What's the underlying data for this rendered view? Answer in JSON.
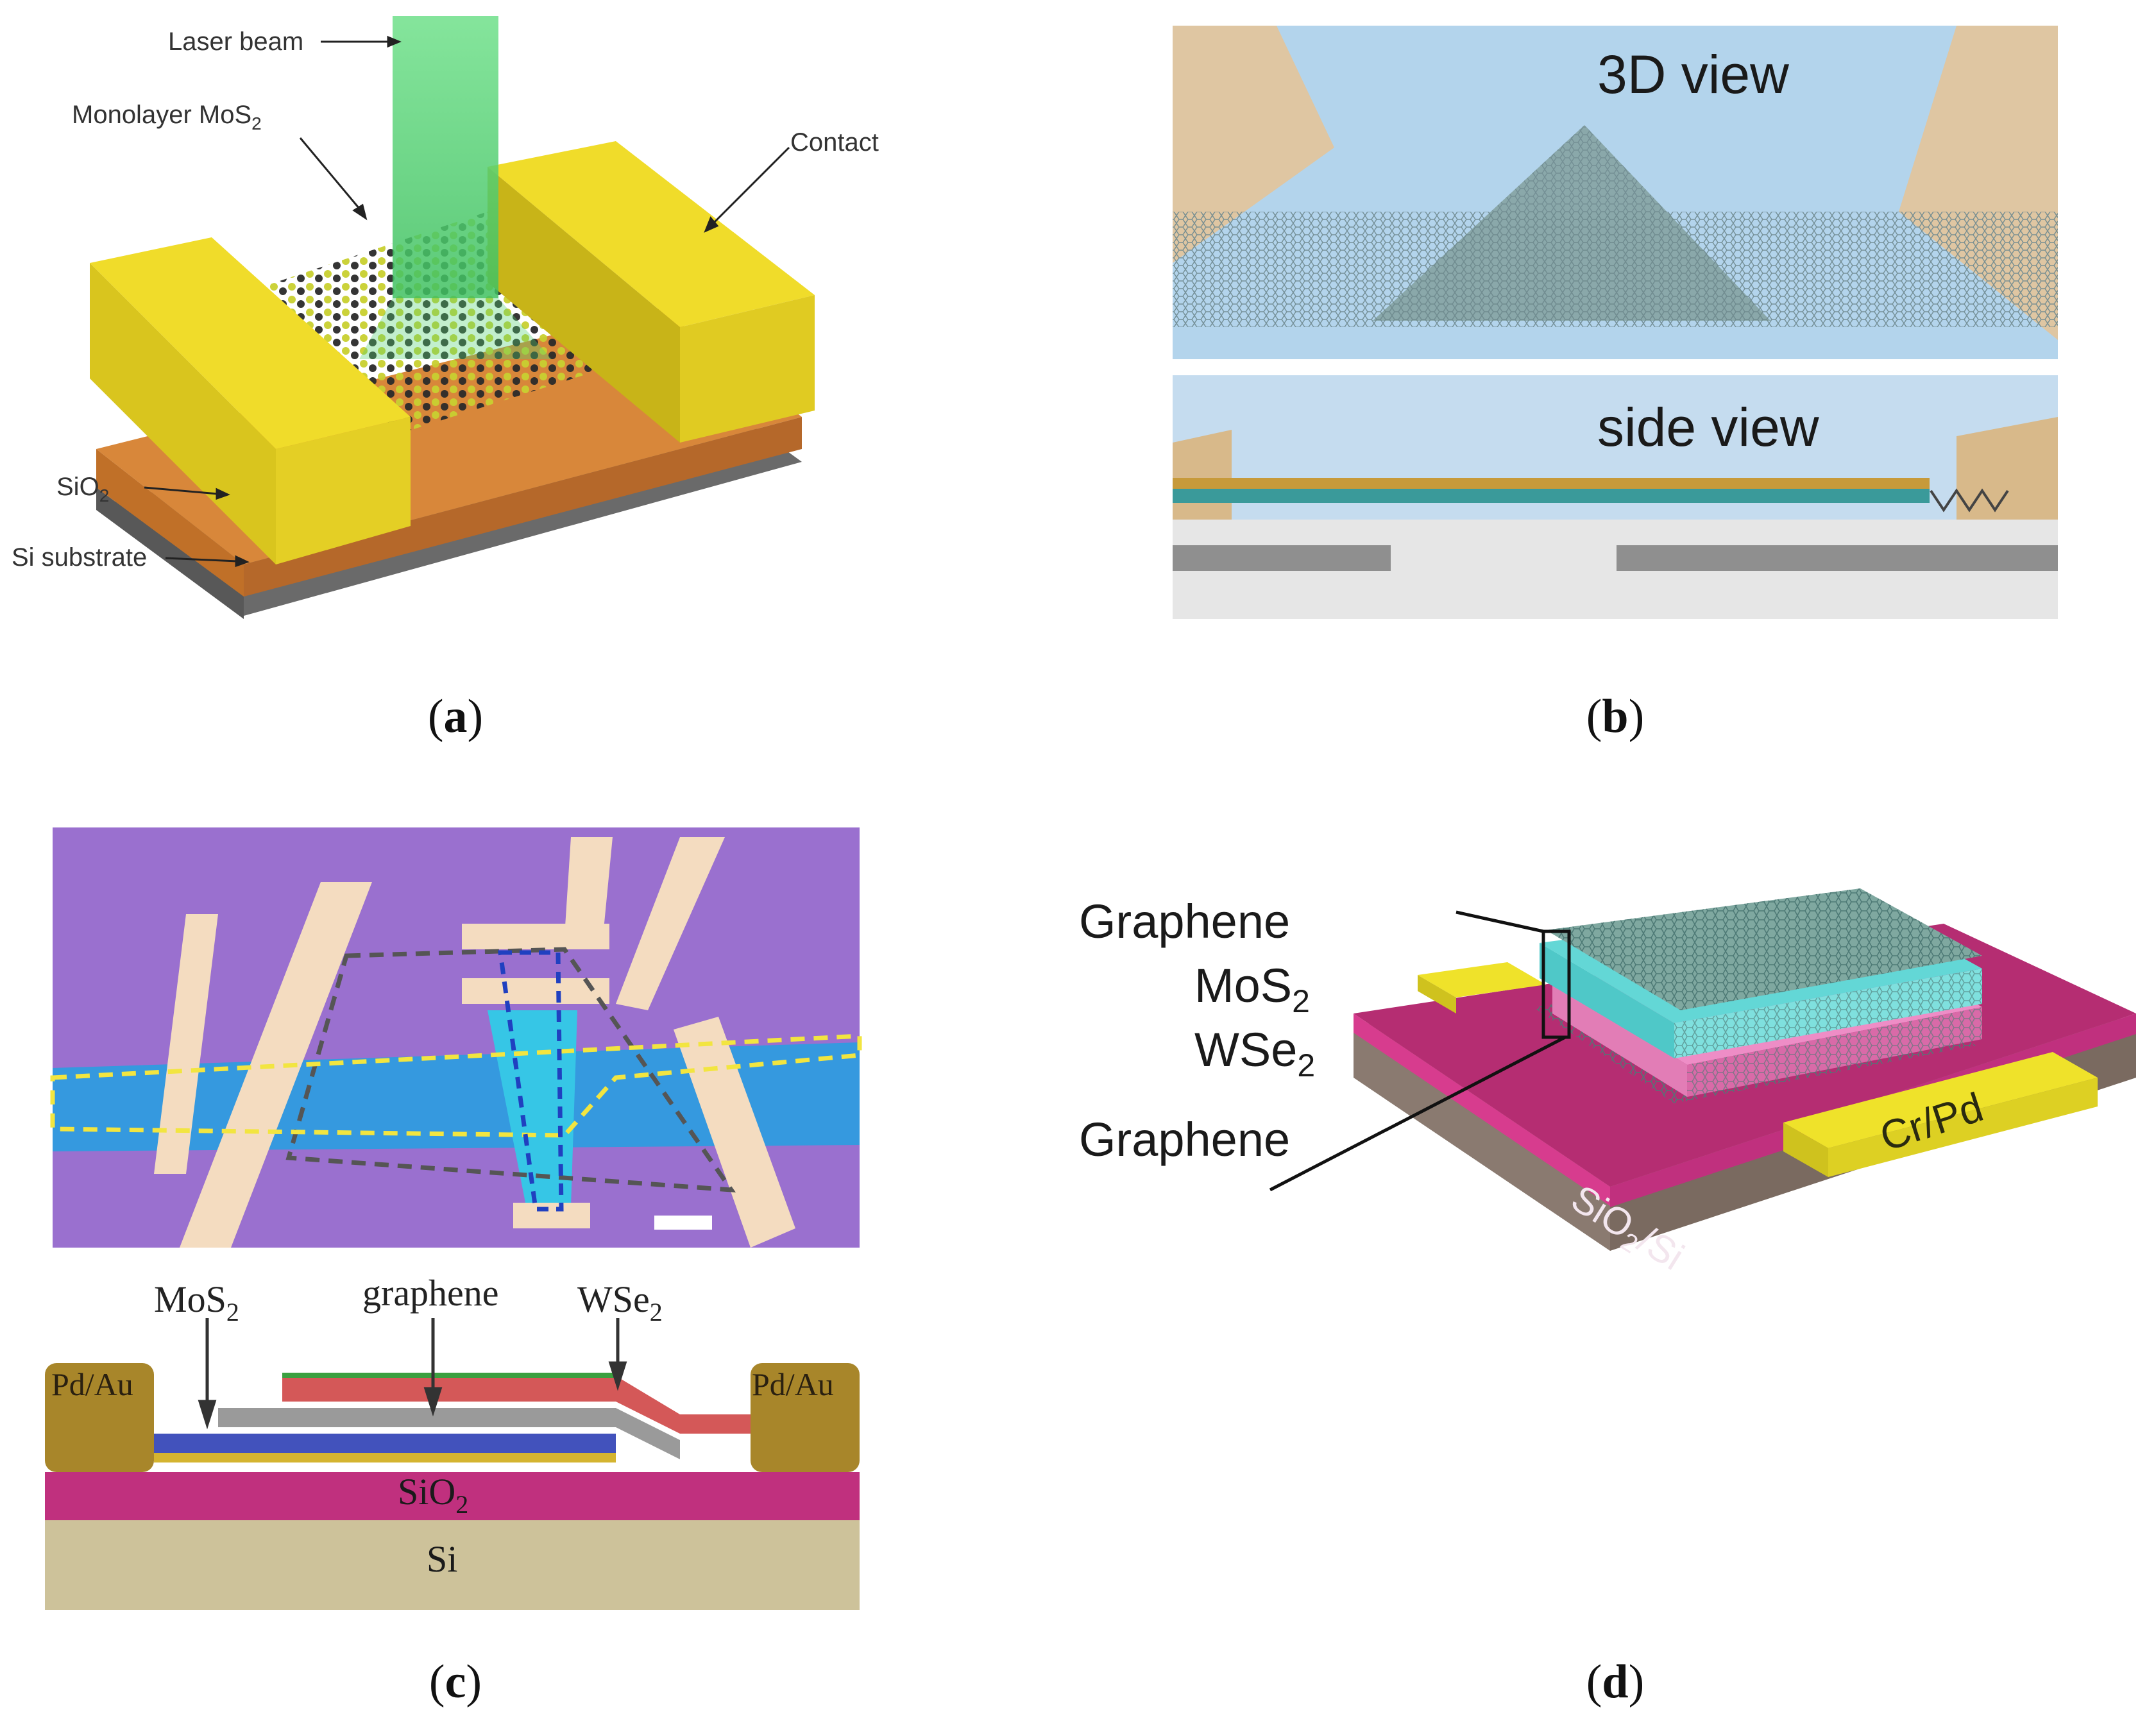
{
  "panel_a": {
    "caption_open": "(",
    "caption_letter": "a",
    "caption_close": ")",
    "labels": {
      "laser": "Laser beam",
      "monolayer_base": "Monolayer MoS",
      "monolayer_sub": "2",
      "contact": "Contact",
      "sio2_base": "SiO",
      "sio2_sub": "2",
      "si_substrate": "Si substrate"
    }
  },
  "panel_b": {
    "caption_open": "(",
    "caption_letter": "b",
    "caption_close": ")",
    "labels": {
      "view_3d": "3D view",
      "view_side": "side view"
    }
  },
  "panel_c": {
    "caption_open": "(",
    "caption_letter": "c",
    "caption_close": ")",
    "labels": {
      "mos2_base": "MoS",
      "mos2_sub": "2",
      "graphene": "graphene",
      "wse2_base": "WSe",
      "wse2_sub": "2",
      "pdau_left": "Pd/Au",
      "pdau_right": "Pd/Au",
      "sio2_base": "SiO",
      "sio2_sub": "2",
      "si": "Si"
    }
  },
  "panel_d": {
    "caption_open": "(",
    "caption_letter": "d",
    "caption_close": ")",
    "labels": {
      "graphene_top": "Graphene",
      "mos2_base": "MoS",
      "mos2_sub": "2",
      "wse2_base": "WSe",
      "wse2_sub": "2",
      "graphene_bottom": "Graphene",
      "crpd": "Cr/Pd",
      "sio2si_a": "SiO",
      "sio2si_sub": "2",
      "sio2si_b": "/Si"
    }
  },
  "colors": {
    "gold": "#e8d22a",
    "sio2_orange": "#d98a3e",
    "si_gray": "#6e6e6e",
    "laser_green": "#5fd87a",
    "optical_purple": "#9b6fd0",
    "flake_blue": "#2a9de0",
    "magenta": "#c0307e",
    "si_beige": "#cdc29a",
    "cyan_layer": "#63d7d6",
    "pink_layer": "#ee8dc6",
    "graphene_teal": "#7fa8a0"
  }
}
